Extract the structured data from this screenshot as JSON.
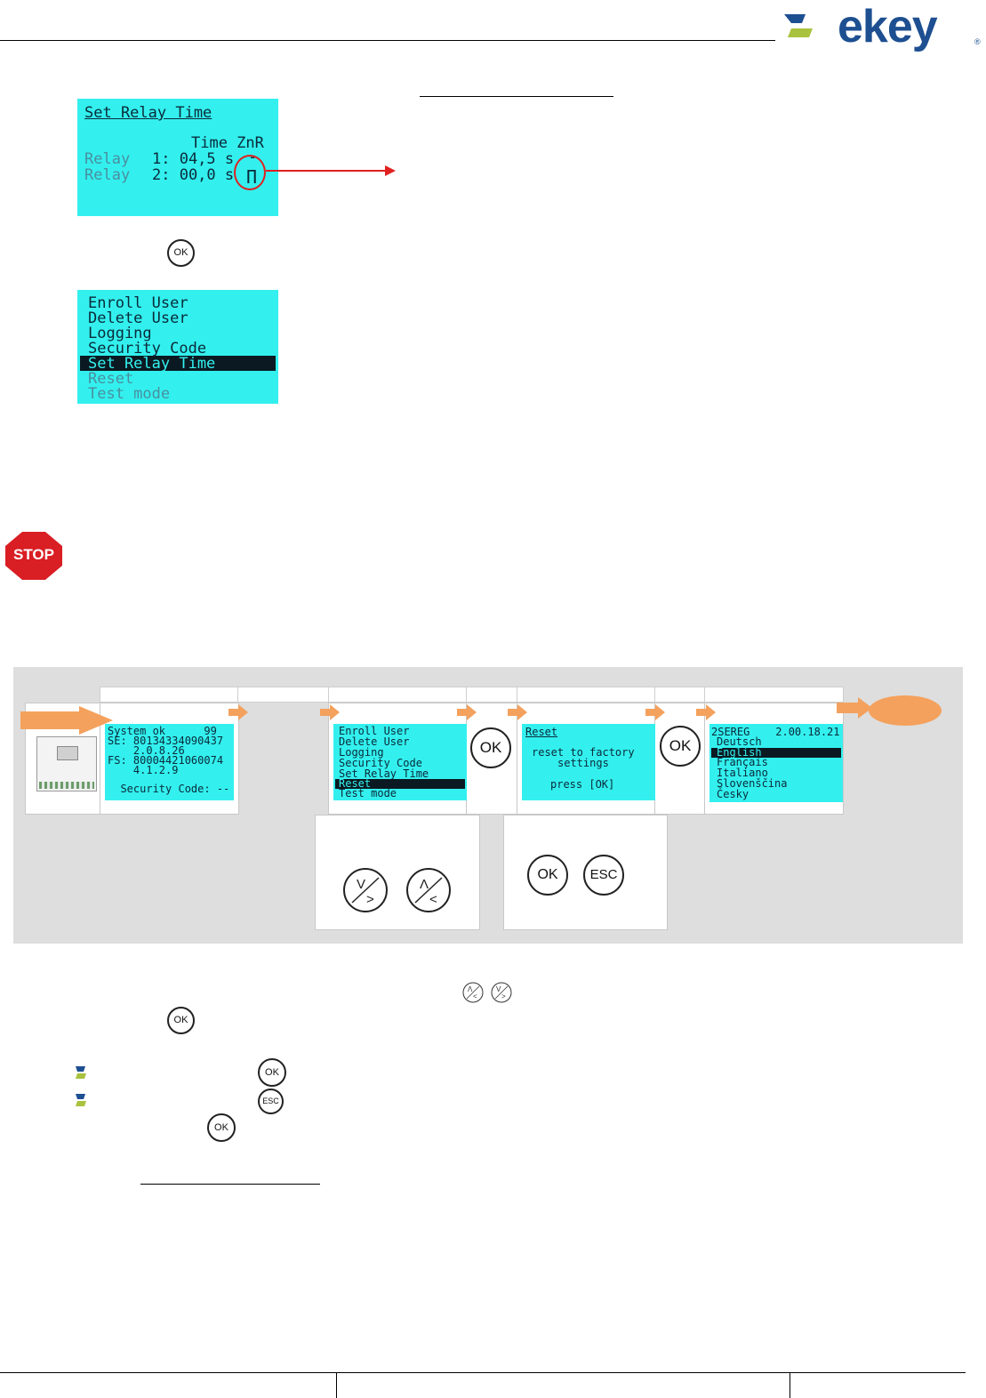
{
  "logo": {
    "text": "ekey",
    "registered": "®",
    "colors": {
      "brand_blue": "#1d4f91",
      "brand_green": "#a9c23f"
    }
  },
  "screen_relay": {
    "title": "Set Relay Time",
    "header": "Time ZnR",
    "row1_label": "Relay",
    "row1_value": "1: 04,5 s",
    "row1_mode": "-",
    "row2_label": "Relay",
    "row2_value": "2: 00,0 s",
    "row2_mode": "Π"
  },
  "ok_label": "OK",
  "esc_label": "ESC",
  "menu_top": {
    "items": [
      "Enroll User",
      "Delete User",
      "Logging",
      "Security Code",
      "Set Relay Time",
      "Reset",
      "Test mode"
    ]
  },
  "stop_sign": {
    "label": "STOP"
  },
  "flow": {
    "system_screen": {
      "line1": "System ok      99",
      "line2": "SE: 80134334090437",
      "line3": "    2.0.8.26",
      "line4": "FS: 80004421060074",
      "line5": "    4.1.2.9",
      "line6": "  Security Code: --"
    },
    "menu_items": [
      "Enroll User",
      "Delete User",
      "Logging",
      "Security Code",
      "Set Relay Time",
      "Reset",
      "Test mode"
    ],
    "reset_screen": {
      "title": "Reset",
      "line1": "reset to factory",
      "line2": "settings",
      "line3": "press [OK]"
    },
    "lang_screen": {
      "header": "2SEREG    2.00.18.21",
      "items": [
        "Deutsch",
        "English",
        "Français",
        "Italiano",
        "Slovenščina",
        "Česky"
      ]
    },
    "nav_down": "V/>",
    "nav_up": "Λ/<"
  }
}
